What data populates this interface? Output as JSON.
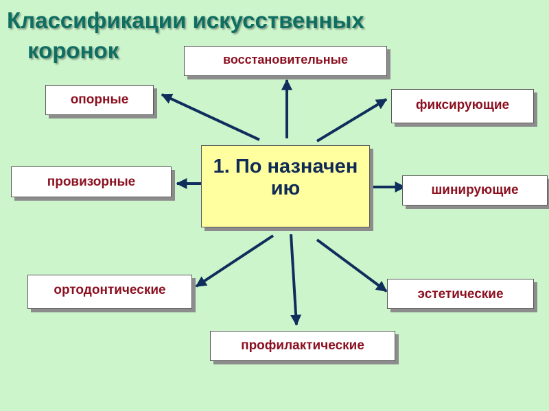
{
  "title": {
    "line1": "Классификации искусственных",
    "line2": "коронок"
  },
  "center": "1.   По назначению",
  "categories": [
    {
      "id": "vosstanovitelnye",
      "label": "восстановительные"
    },
    {
      "id": "opornye",
      "label": "опорные"
    },
    {
      "id": "fiksiruyushchie",
      "label": "фиксирующие"
    },
    {
      "id": "provizornye",
      "label": "провизорные"
    },
    {
      "id": "shiniruyushchie",
      "label": "шинирующие"
    },
    {
      "id": "ortodonticheskie",
      "label": "ортодонтические"
    },
    {
      "id": "esteticheskie",
      "label": "эстетические"
    },
    {
      "id": "profilakticheskie",
      "label": "профилактические"
    }
  ],
  "colors": {
    "background": "#ccf5cc",
    "title": "#0f6e62",
    "label_text": "#8b1020",
    "center_fill": "#ffffa0",
    "center_text": "#0f2a55",
    "arrow": "#0f2e5c"
  }
}
